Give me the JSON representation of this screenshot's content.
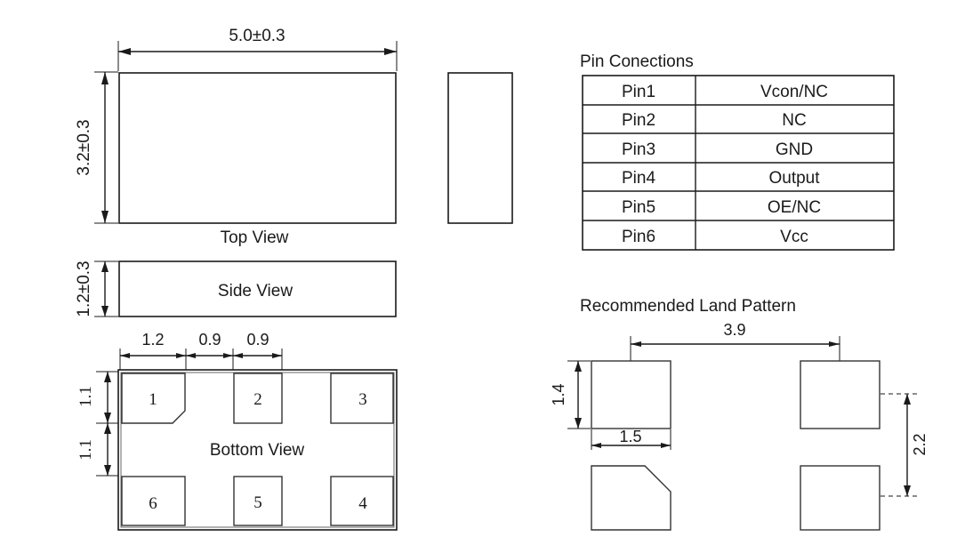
{
  "dimensions": {
    "length": "5.0±0.3",
    "width": "3.2±0.3",
    "height": "1.2±0.3",
    "pad_width": "1.2",
    "gap_a": "0.9",
    "gap_b": "0.9",
    "pad_height_top": "1.1",
    "pad_height_bottom": "1.1"
  },
  "views": {
    "top": "Top View",
    "side": "Side View",
    "bottom": "Bottom View"
  },
  "pads": [
    "1",
    "2",
    "3",
    "4",
    "5",
    "6"
  ],
  "pin_table": {
    "title": "Pin Conections",
    "rows": [
      {
        "pin": "Pin1",
        "func": "Vcon/NC"
      },
      {
        "pin": "Pin2",
        "func": "NC"
      },
      {
        "pin": "Pin3",
        "func": "GND"
      },
      {
        "pin": "Pin4",
        "func": "Output"
      },
      {
        "pin": "Pin5",
        "func": "OE/NC"
      },
      {
        "pin": "Pin6",
        "func": "Vcc"
      }
    ]
  },
  "land_pattern": {
    "title": "Recommended Land Pattern",
    "pitch_x": "3.9",
    "pad_height": "1.4",
    "pad_width": "1.5",
    "pitch_y": "2.2"
  }
}
